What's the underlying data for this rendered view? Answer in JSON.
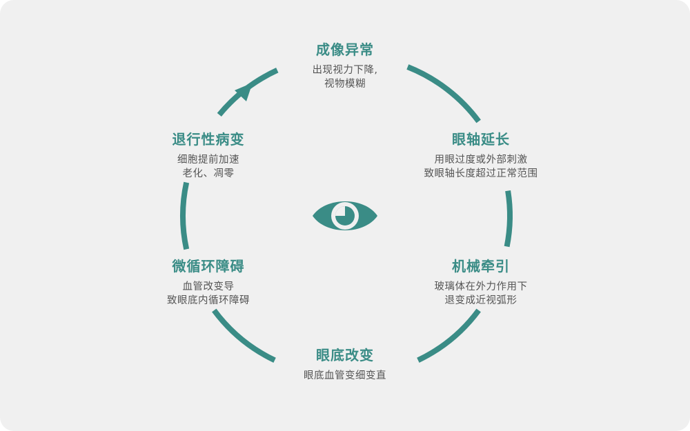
{
  "colors": {
    "accent": "#3a8c86",
    "background": "#f0f0f0",
    "text": "#555555"
  },
  "center": {
    "icon": "eye-icon"
  },
  "stages": [
    {
      "title": "成像异常",
      "desc": [
        "出现视力下降,",
        "视物模糊"
      ]
    },
    {
      "title": "眼轴延长",
      "desc": [
        "用眼过度或外部刺激",
        "致眼轴长度超过正常范围"
      ]
    },
    {
      "title": "机械牵引",
      "desc": [
        "玻璃体在外力作用下",
        "退变成近视弧形"
      ]
    },
    {
      "title": "眼底改变",
      "desc": [
        "眼底血管变细变直"
      ]
    },
    {
      "title": "微循环障碍",
      "desc": [
        "血管改变导",
        "致眼底内循环障碍"
      ]
    },
    {
      "title": "退行性病变",
      "desc": [
        "细胞提前加速",
        "老化、凋零"
      ]
    }
  ]
}
